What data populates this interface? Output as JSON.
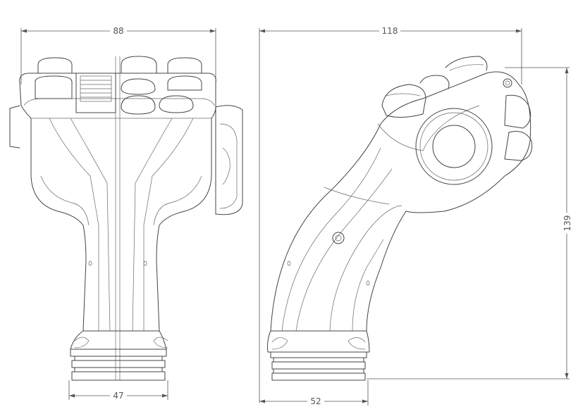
{
  "dimensions": {
    "front_width": "88",
    "front_base_width": "47",
    "side_width": "118",
    "side_base_width": "52",
    "side_height": "139"
  },
  "colors": {
    "line": "#444444",
    "dimension": "#555555",
    "background": "#ffffff"
  }
}
